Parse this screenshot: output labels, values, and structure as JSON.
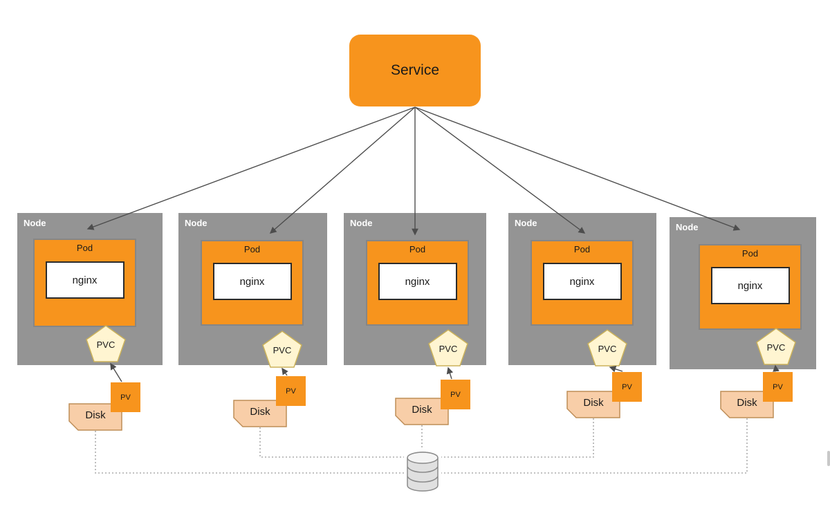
{
  "service": {
    "label": "Service"
  },
  "nodes": [
    {
      "label": "Node",
      "pod": "Pod",
      "app": "nginx",
      "pvc": "PVC",
      "pv": "PV",
      "disk": "Disk"
    },
    {
      "label": "Node",
      "pod": "Pod",
      "app": "nginx",
      "pvc": "PVC",
      "pv": "PV",
      "disk": "Disk"
    },
    {
      "label": "Node",
      "pod": "Pod",
      "app": "nginx",
      "pvc": "PVC",
      "pv": "PV",
      "disk": "Disk"
    },
    {
      "label": "Node",
      "pod": "Pod",
      "app": "nginx",
      "pvc": "PVC",
      "pv": "PV",
      "disk": "Disk"
    },
    {
      "label": "Node",
      "pod": "Pod",
      "app": "nginx",
      "pvc": "PVC",
      "pv": "PV",
      "disk": "Disk"
    }
  ],
  "icons": {
    "database": "database-cylinder-icon",
    "pvc_shape": "pentagon-icon",
    "disk_shape": "card-shape-icon"
  },
  "colors": {
    "orange": "#F7941D",
    "node_gray": "#949494",
    "pod_border": "#868686",
    "nginx_border": "#2B2B2B",
    "pvc_fill": "#FFF5D1",
    "pvc_border": "#CBB25B",
    "disk_fill": "#F8CEA8",
    "disk_border": "#BE8D57",
    "arrow": "#4D4D4D",
    "dotted_line": "#ABABAB"
  }
}
